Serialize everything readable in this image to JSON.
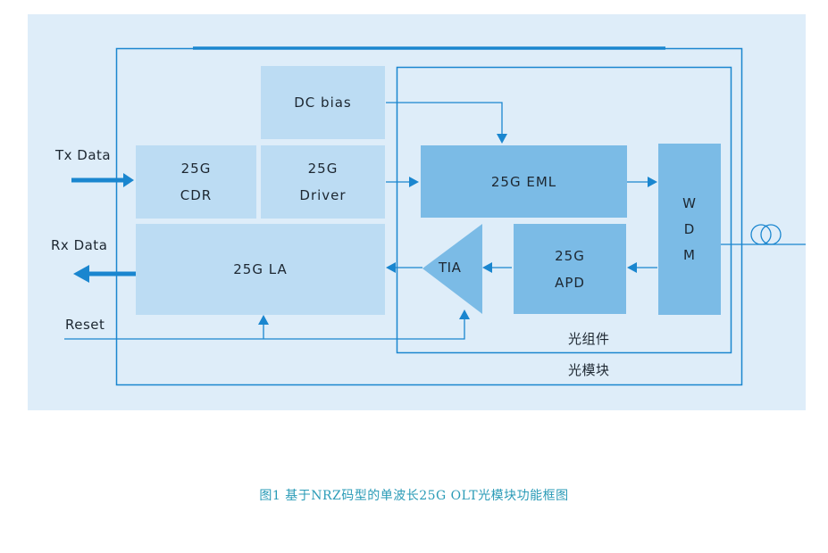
{
  "colors": {
    "line": "#1a86cf",
    "block_light": "#bcdcf3",
    "block_dark": "#7bbbe6",
    "caption": "#2a9bb7"
  },
  "blocks": {
    "dc_bias": [
      "DC bias"
    ],
    "cdr": [
      "25G",
      "CDR"
    ],
    "driver": [
      "25G",
      "Driver"
    ],
    "eml": [
      "25G EML"
    ],
    "la": [
      "25G LA"
    ],
    "tia": [
      "TIA"
    ],
    "apd": [
      "25G",
      "APD"
    ],
    "wdm": [
      "W",
      "D",
      "M"
    ]
  },
  "labels": {
    "tx_data": "Tx Data",
    "rx_data": "Rx Data",
    "reset": "Reset",
    "optical_assembly": "光组件",
    "optical_module": "光模块"
  },
  "fiber_icon": "fiber-coil-icon",
  "caption": "图1  基于NRZ码型的单波长25G OLT光模块功能框图"
}
